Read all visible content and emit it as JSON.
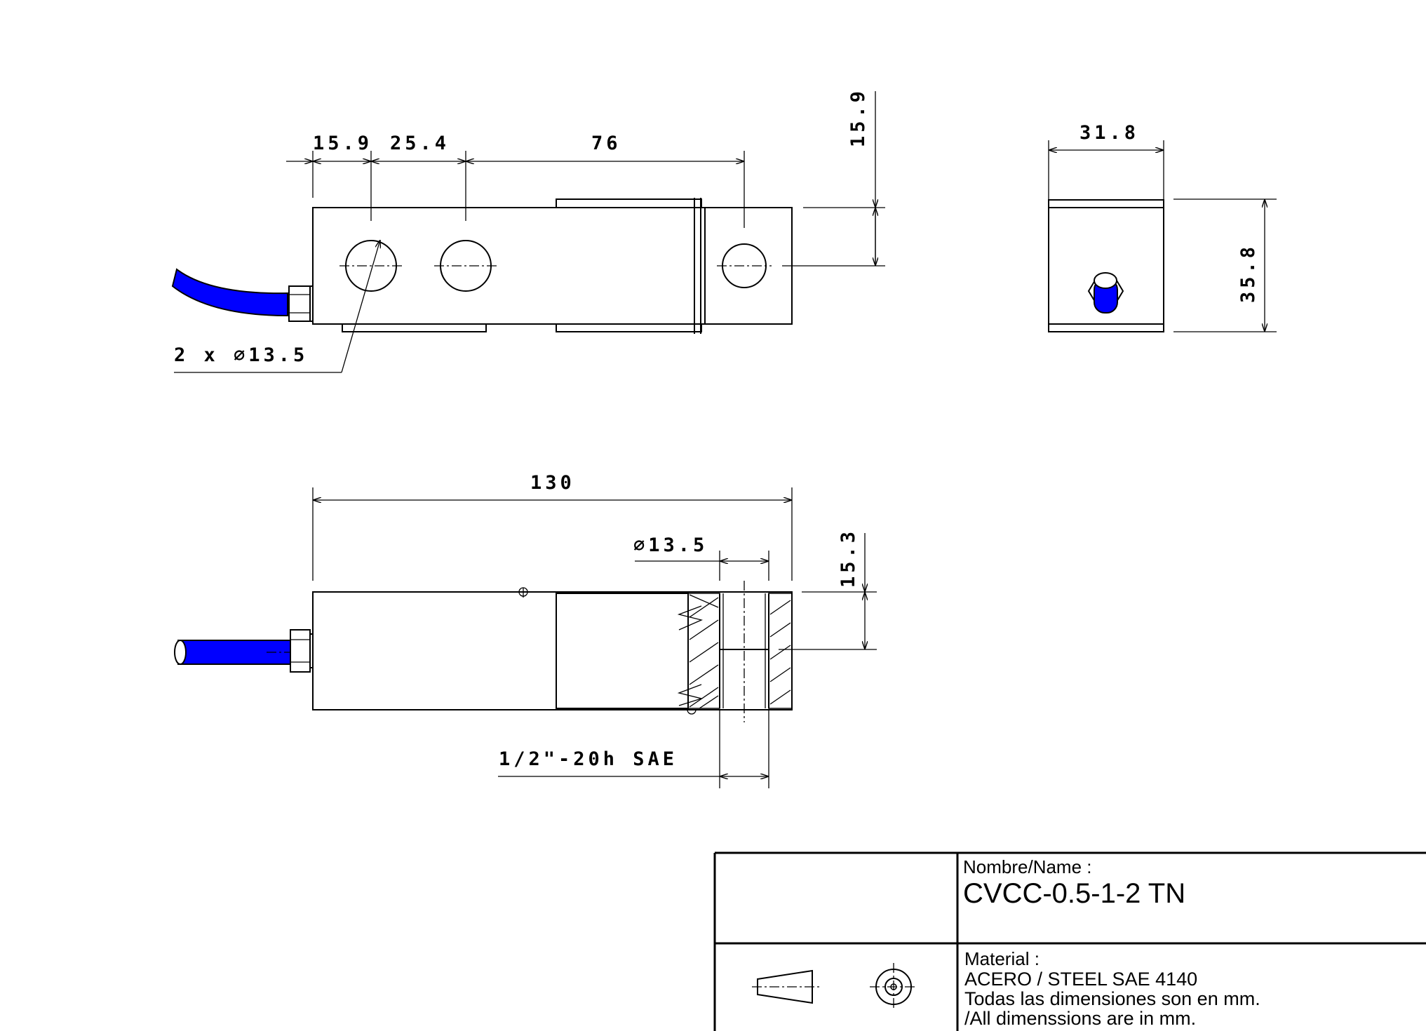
{
  "drawing": {
    "dims": {
      "front_hole1_offset": "15.9",
      "front_hole_spacing": "25.4",
      "front_hole_to_mount": "76",
      "front_hole_height": "15.9",
      "holes_callout": "2 x ∅13.5",
      "end_width": "31.8",
      "end_height": "35.8",
      "overall_length": "130",
      "bore_diameter": "∅13.5",
      "bore_height": "15.3",
      "thread_spec": "1/2\"-20h SAE"
    },
    "colors": {
      "cable": "#0000ff",
      "line": "#000000"
    }
  },
  "title_block": {
    "name_label": "Nombre/Name :",
    "name_value": "CVCC-0.5-1-2 TN",
    "material_label": "Material :",
    "material_value": "ACERO / STEEL SAE 4140",
    "note_es": "Todas las dimensiones son en mm.",
    "note_en": "/All dimenssions are in mm.",
    "projection_symbol": "first-angle-projection-icon"
  }
}
